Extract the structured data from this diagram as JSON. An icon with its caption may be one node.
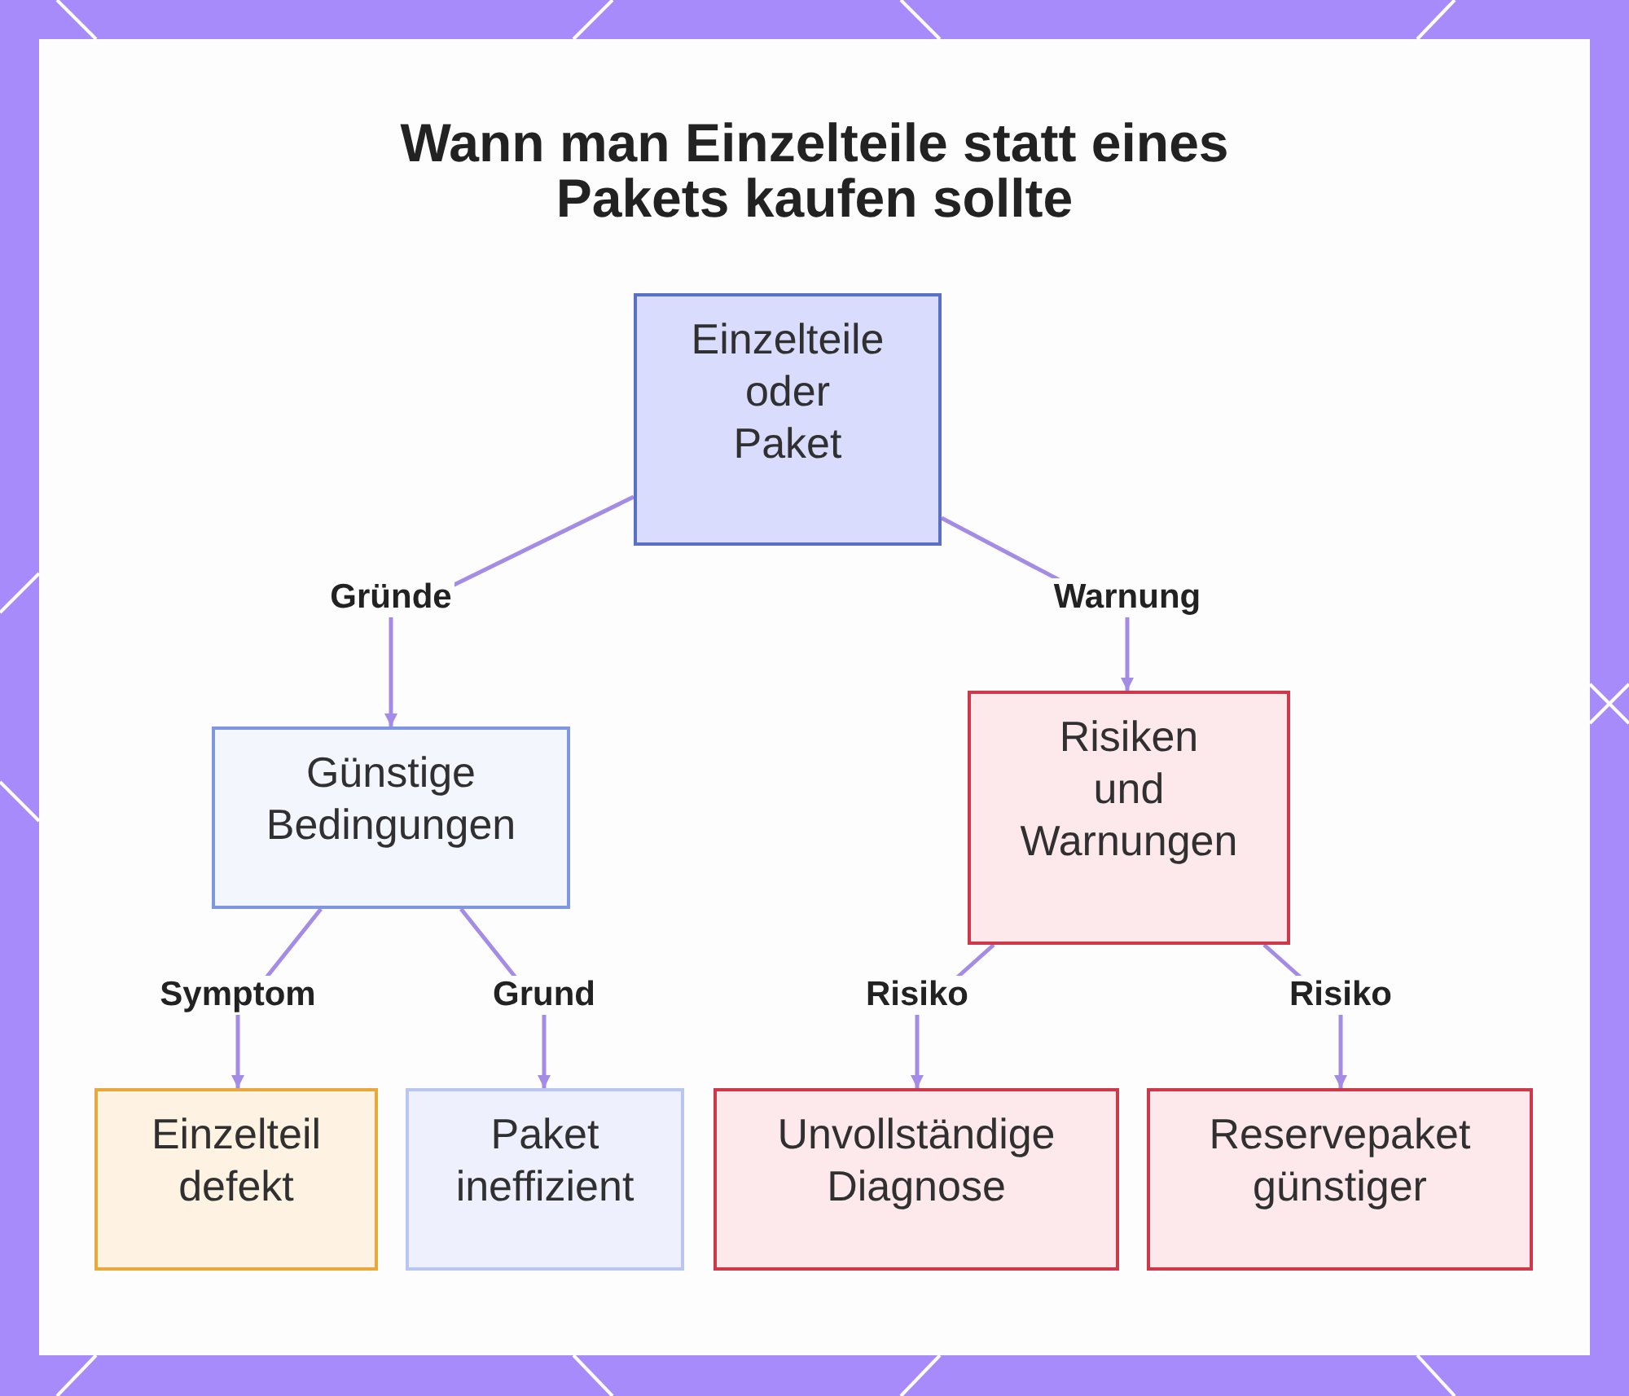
{
  "diagram": {
    "title": "Wann man Einzelteile statt eines Pakets kaufen sollte",
    "nodes": [
      {
        "text": [
          "Einzelteile oder Paket"
        ]
      },
      {
        "text": [
          "Günstige Bedingungen"
        ]
      },
      {
        "text": [
          "Risiken und Warnungen"
        ]
      },
      {
        "text": [
          "Einzelteil defekt"
        ]
      },
      {
        "text": [
          "Paket ineffizient"
        ]
      },
      {
        "text": [
          "Unvollständige Diagnose"
        ]
      },
      {
        "text": [
          "Reservepaket günstiger"
        ]
      }
    ],
    "edges": [
      {
        "from": 0,
        "to": 1,
        "arrow": "to",
        "label": "Gründe"
      },
      {
        "from": 0,
        "to": 2,
        "arrow": "to",
        "label": "Warnung"
      },
      {
        "from": 1,
        "to": 3,
        "arrow": "to",
        "label": "Symptom"
      },
      {
        "from": 1,
        "to": 4,
        "arrow": "to",
        "label": "Grund"
      },
      {
        "from": 2,
        "to": 5,
        "arrow": "to",
        "label": "Risiko"
      },
      {
        "from": 2,
        "to": 6,
        "arrow": "to",
        "label": "Risiko"
      }
    ]
  }
}
